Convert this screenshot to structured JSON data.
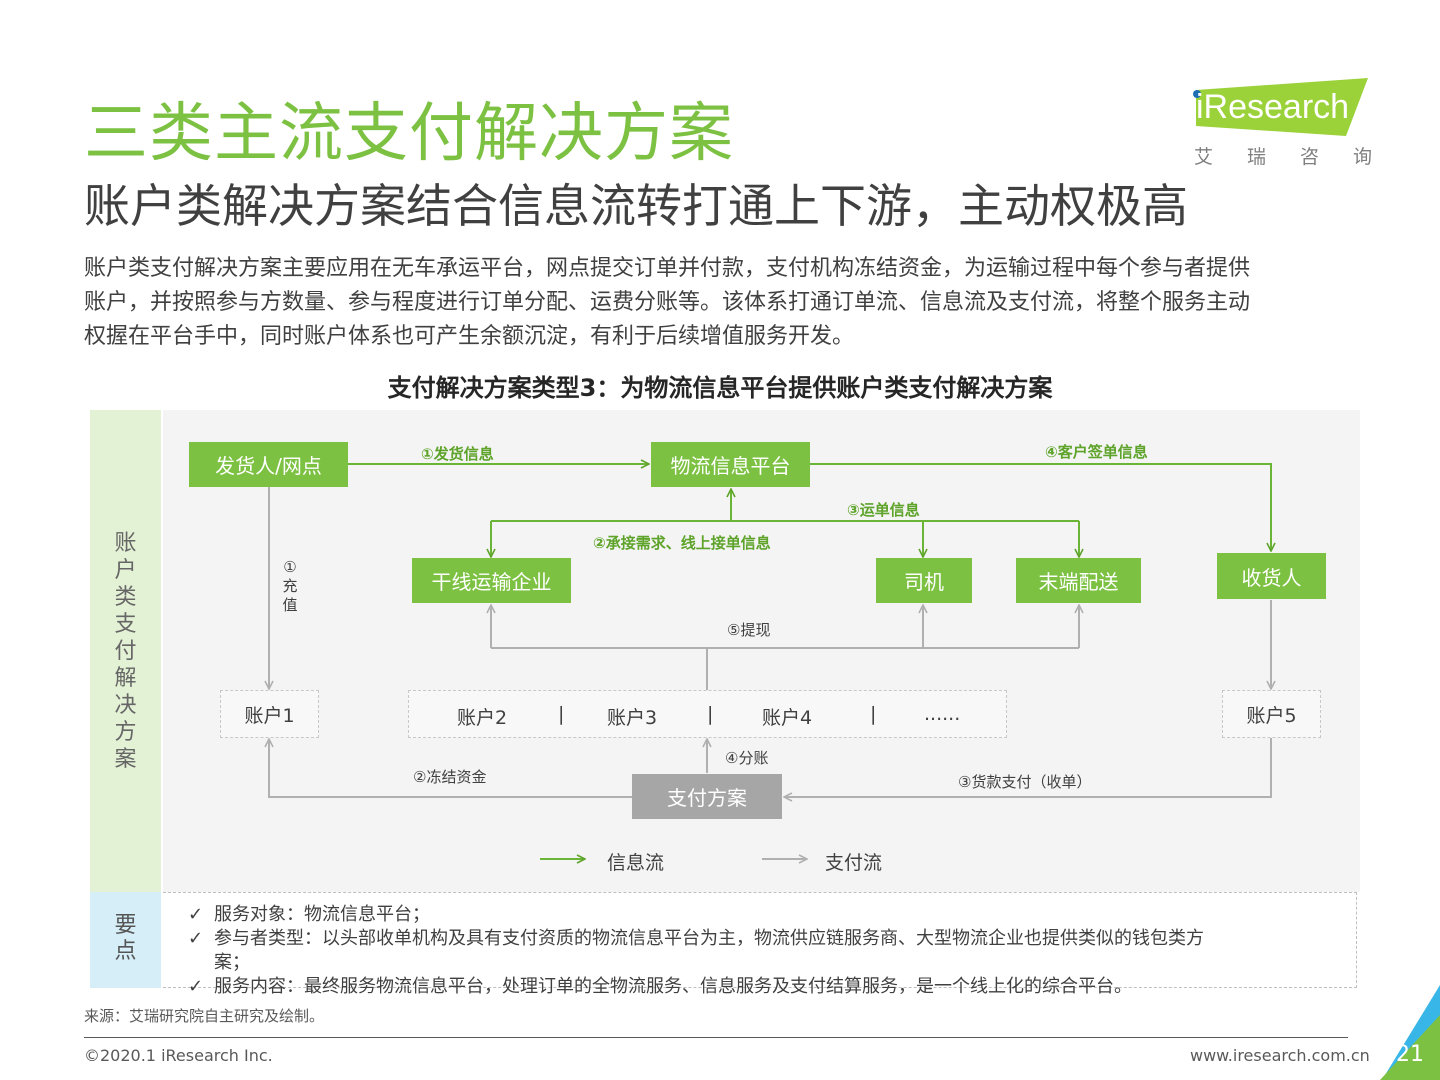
{
  "header": {
    "title": "三类主流支付解决方案",
    "subtitle": "账户类解决方案结合信息流转打通上下游，主动权极高",
    "description_lines": [
      "账户类支付解决方案主要应用在无车承运平台，网点提交订单并付款，支付机构冻结资金，为运输过程中每个参与者提供",
      "账户，并按照参与方数量、参与程度进行订单分配、运费分账等。该体系打通订单流、信息流及支付流，将整个服务主动",
      "权握在平台手中，同时账户体系也可产生余额沉淀，有利于后续增值服务开发。"
    ]
  },
  "logo": {
    "text": "iResearch",
    "sub": "艾瑞咨询"
  },
  "diagram": {
    "title": "支付解决方案类型3：为物流信息平台提供账户类支付解决方案",
    "side_label": [
      "账",
      "户",
      "类",
      "支",
      "付",
      "解",
      "决",
      "方",
      "案"
    ],
    "nodes": {
      "shipper": "发货人/网点",
      "platform": "物流信息平台",
      "trunk": "干线运输企业",
      "driver": "司机",
      "delivery": "末端配送",
      "receiver": "收货人",
      "account1": "账户1",
      "account2": "账户2",
      "account3": "账户3",
      "account4": "账户4",
      "account_more": "......",
      "sep": "|",
      "account5": "账户5",
      "payment": "支付方案"
    },
    "labels": {
      "send_info": "①发货信息",
      "sign_info": "④客户签单信息",
      "waybill_info": "③运单信息",
      "accept_info": "②承接需求、线上接单信息",
      "recharge": [
        "①",
        "充",
        "值"
      ],
      "withdraw": "⑤提现",
      "split": "④分账",
      "freeze": "②冻结资金",
      "pay_receipt": "③货款支付（收单）"
    },
    "legend": {
      "info_flow": "信息流",
      "pay_flow": "支付流"
    },
    "colors": {
      "green": "#7cc142",
      "gray": "#a6a6a6"
    }
  },
  "key_points": {
    "label": [
      "要",
      "点"
    ],
    "check": "✓",
    "items": [
      "服务对象：物流信息平台；",
      "参与者类型：以头部收单机构及具有支付资质的物流信息平台为主，物流供应链服务商、大型物流企业也提供类似的钱包类方",
      "案；",
      "服务内容：最终服务物流信息平台，处理订单的全物流服务、信息服务及支付结算服务，是一个线上化的综合平台。"
    ]
  },
  "footer": {
    "source": "来源：艾瑞研究院自主研究及绘制。",
    "copyright": "©2020.1 iResearch Inc.",
    "website": "www.iresearch.com.cn",
    "page": "21"
  }
}
